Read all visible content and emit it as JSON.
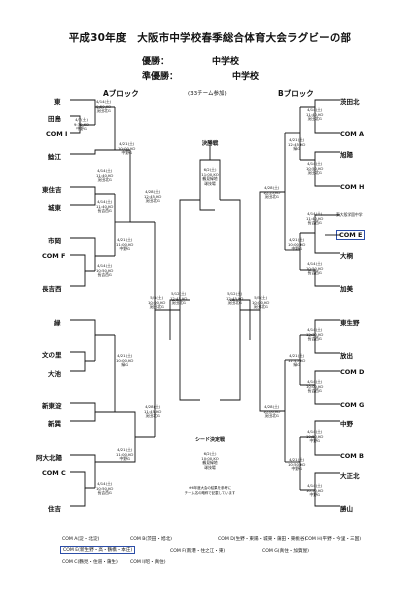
{
  "title": "平成30年度　大阪市中学校春季総合体育大会ラグビーの部",
  "winner_label": "優勝：",
  "winner_suffix": "中学校",
  "runnerup_label": "準優勝：",
  "runnerup_suffix": "中学校",
  "block_a": "Aブロック",
  "block_b": "Bブロック",
  "participants": "(33チーム参加)",
  "final_label": "決勝戦",
  "final_info": [
    "6/2(土)",
    "11:00,KO",
    "鶴見緑地",
    "球技場"
  ],
  "seed_label": "シード決定戦",
  "seed_info": [
    "6/2(土)",
    "10:00,KO",
    "鶴見緑地",
    "球技場"
  ],
  "note_lines": [
    "※6年度大会の結果を参考に",
    "チーム名の略称で記載しています"
  ],
  "left_teams": [
    "東",
    "田島",
    "COM I",
    "鯰江",
    "東住吉",
    "城東",
    "市岡",
    "COM F",
    "長吉西",
    "緑",
    "文の里",
    "大池",
    "新東淀",
    "新巽",
    "阿大北陽",
    "COM C",
    "住吉"
  ],
  "right_teams": [
    "茨田北",
    "COM A",
    "旭陽",
    "COM H",
    "東大阪学園中学",
    "COM E",
    "大桐",
    "加美",
    "東生野",
    "放出",
    "COM D",
    "COM G",
    "中野",
    "COM B",
    "大正北",
    "勝山"
  ],
  "left_info": {
    "g1": [
      "4/14(土)",
      "9:50,KO",
      "茨田北G"
    ],
    "g1b": [
      "4/7(土)",
      "9:30,KO",
      "中野G"
    ],
    "g2": [
      "4/21(土)",
      "10:00,KO",
      "中野G"
    ],
    "g3": [
      "4/14(土)",
      "11:40,KO",
      "茨田北G"
    ],
    "g4": [
      "4/14(土)",
      "11:40,KO",
      "長吉西G"
    ],
    "g5": [
      "4/14(土)",
      "10:50,KO",
      "長吉西G"
    ],
    "g6": [
      "4/21(土)",
      "11:00,KO",
      "中野G"
    ],
    "g7": [
      "4/28(土)",
      "12:45,KO",
      "茨田北G"
    ],
    "g8": [
      "4/21(土)",
      "10:00,KO",
      "緑G"
    ],
    "g9": [
      "4/21(土)",
      "11:00,KO",
      "中野G"
    ],
    "g10": [
      "4/14(土)",
      "10:50,KO",
      "長吉西G"
    ],
    "g11": [
      "4/28(土)",
      "11:45,KO",
      "茨田北G"
    ],
    "g12": [
      "5/12(土)",
      "12:45,KO",
      "茨田北G"
    ],
    "g13": [
      "5/5(土)",
      "10:00,KO",
      "茨田北G"
    ]
  },
  "right_info": {
    "r1": [
      "4/14(土)",
      "11:40,KO",
      "茨田北G"
    ],
    "r2": [
      "4/21(土)",
      "12:45,KO",
      "緑G"
    ],
    "r3": [
      "4/14(土)",
      "10:50,KO",
      "茨田北G"
    ],
    "r4": [
      "4/14(土)",
      "11:40,KO",
      "長吉西G"
    ],
    "r5": [
      "4/21(土)",
      "10:00,KO",
      "中野G"
    ],
    "r6": [
      "4/14(土)",
      "10:50,KO",
      "長吉西G"
    ],
    "r7": [
      "4/28(土)",
      "10:55,KO",
      "茨田北G"
    ],
    "r8": [
      "4/14(土)",
      "12:30,KO",
      "長吉西G"
    ],
    "r9": [
      "4/21(土)",
      "12:45,KO",
      "緑G"
    ],
    "r10": [
      "4/14(土)",
      "10:00,KO",
      "長吉西G"
    ],
    "r11": [
      "4/28(土)",
      "10:00,KO",
      "茨田北G"
    ],
    "r12": [
      "4/14(土)",
      "10:50,KO",
      "中野G"
    ],
    "r13": [
      "4/21(土)",
      "10:50,KO",
      "中野G"
    ],
    "r14": [
      "4/14(土)",
      "10:50,KO",
      "中野G"
    ],
    "r15": [
      "5/12(土)",
      "12:45,KO",
      "茨田北G"
    ],
    "r16": [
      "5/5(土)",
      "10:00,KO",
      "茨田北G"
    ]
  },
  "legend": {
    "a": "COM A(淀・北淀)",
    "b": "COM B(茨田・旭北)",
    "c": "COM C(鶴見・住道・蒲生)",
    "d": "COM D(生野・東陽・城東・蒲田・東桃谷)",
    "e": "COM E(新生野・高・鶴橋・本庄)",
    "f": "COM F(南港・住之江・東)",
    "g": "COM G(真住・加賀屋)",
    "h": "COM H(平野・今里・三国)",
    "i": "COM I(昭・真住)"
  }
}
